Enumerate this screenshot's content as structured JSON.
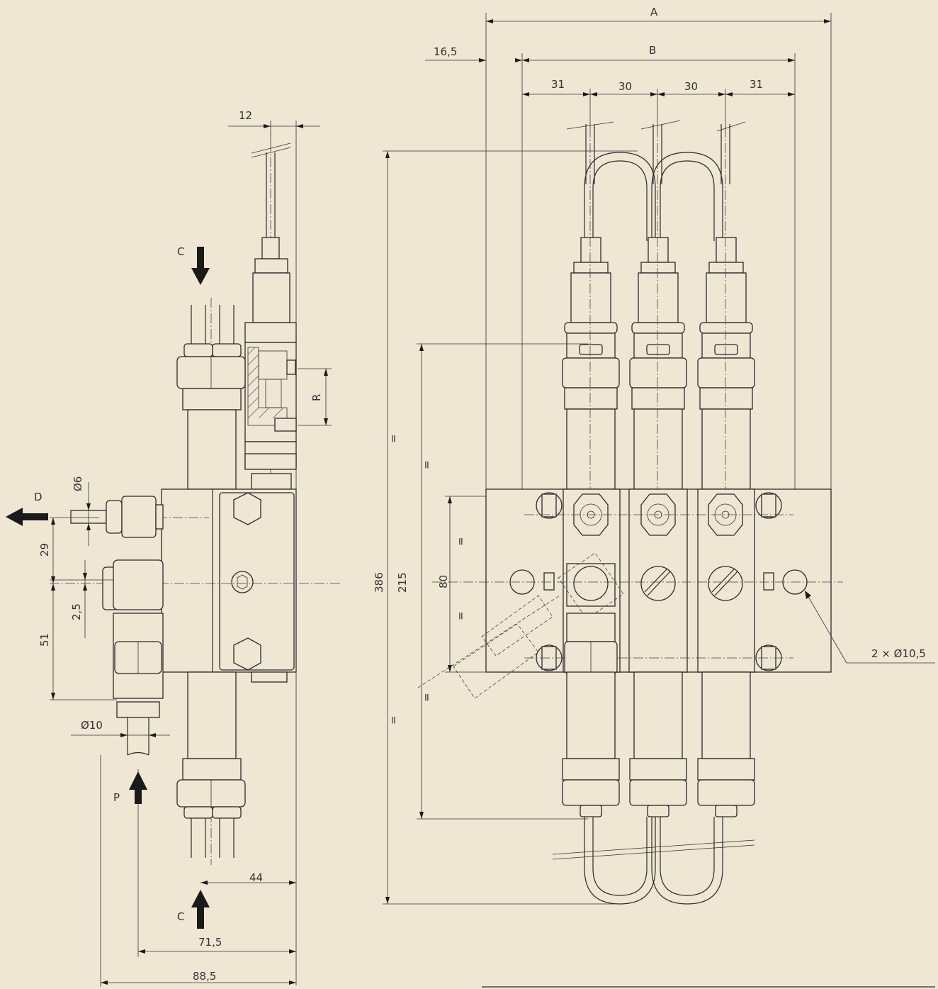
{
  "labels": {
    "A": "A",
    "B": "B",
    "d16_5": "16,5",
    "d31a": "31",
    "d30a": "30",
    "d30b": "30",
    "d31b": "31",
    "d12": "12",
    "C_top": "C",
    "C_bottom": "C",
    "D": "D",
    "P": "P",
    "R": "R",
    "d6": "Ø6",
    "d29": "29",
    "d2_5": "2,5",
    "d51": "51",
    "d10": "Ø10",
    "d44": "44",
    "d71_5": "71,5",
    "d88_5": "88,5",
    "d386": "386",
    "d215": "215",
    "d80": "80",
    "holes": "2 × Ø10,5",
    "eq1": "=",
    "eq2": "=",
    "eq3": "=",
    "eq4": "=",
    "eq5": "=",
    "eq6": "="
  },
  "colors": {
    "background": "#efe6d3",
    "line": "#2b2b2b",
    "arrow": "#1a1a1a"
  }
}
